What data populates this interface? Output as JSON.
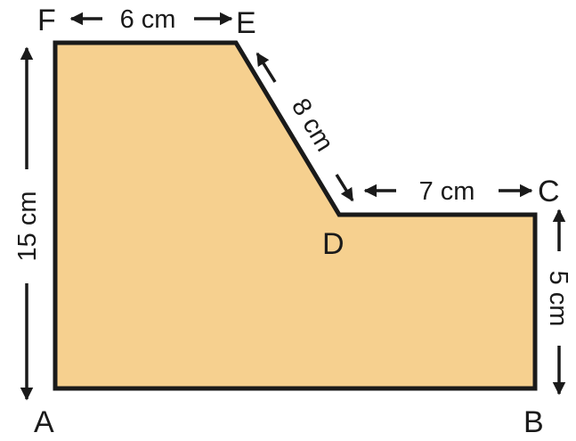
{
  "figure": {
    "fill_color": "#F6D08F",
    "stroke_color": "#1A1A1A",
    "vertices": {
      "A": "A",
      "B": "B",
      "C": "C",
      "D": "D",
      "E": "E",
      "F": "F"
    },
    "dimensions": {
      "fe": "6 cm",
      "ed": "8 cm",
      "dc": "7 cm",
      "cb": "5 cm",
      "fa": "15 cm"
    }
  }
}
